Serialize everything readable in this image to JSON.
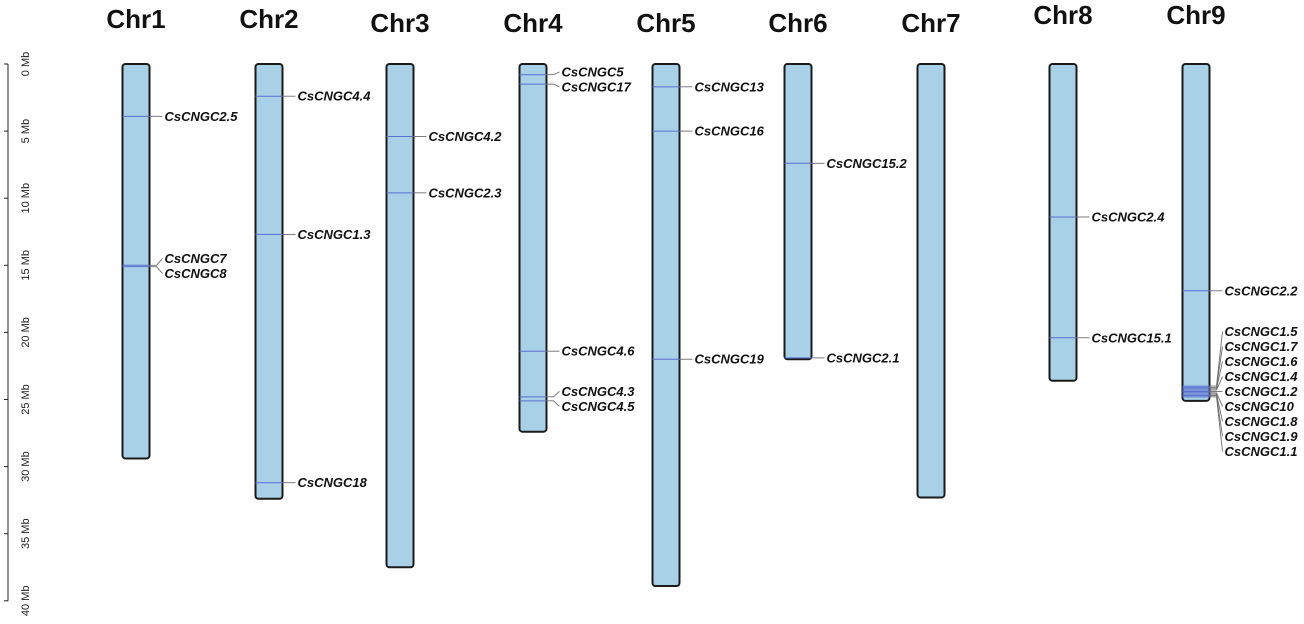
{
  "scale": {
    "unit": "Mb",
    "max": 40,
    "ticks": [
      {
        "value": 0,
        "label": "0 Mb"
      },
      {
        "value": 5,
        "label": "5 Mb"
      },
      {
        "value": 10,
        "label": "10 Mb"
      },
      {
        "value": 15,
        "label": "15 Mb"
      },
      {
        "value": 20,
        "label": "20 Mb"
      },
      {
        "value": 25,
        "label": "25 Mb"
      },
      {
        "value": 30,
        "label": "30 Mb"
      },
      {
        "value": 35,
        "label": "35 Mb"
      },
      {
        "value": 40,
        "label": "40 Mb"
      }
    ]
  },
  "colors": {
    "chromosome_fill": "#a8d1e7",
    "chromosome_outline": "#1a1a1a",
    "gene_mark": "#5a6fd0",
    "connector": "#6e6e6e"
  },
  "chromosomes": [
    {
      "name": "Chr1",
      "length": 29.4,
      "genes": [
        {
          "name": "CsCNGC2.5",
          "pos": 3.9
        },
        {
          "name": "CsCNGC7",
          "pos": 15.0
        },
        {
          "name": "CsCNGC8",
          "pos": 15.1
        }
      ]
    },
    {
      "name": "Chr2",
      "length": 32.4,
      "genes": [
        {
          "name": "CsCNGC4.4",
          "pos": 2.4
        },
        {
          "name": "CsCNGC1.3",
          "pos": 12.7
        },
        {
          "name": "CsCNGC18",
          "pos": 31.2
        }
      ]
    },
    {
      "name": "Chr3",
      "length": 37.5,
      "genes": [
        {
          "name": "CsCNGC4.2",
          "pos": 5.4
        },
        {
          "name": "CsCNGC2.3",
          "pos": 9.6
        }
      ]
    },
    {
      "name": "Chr4",
      "length": 27.4,
      "genes": [
        {
          "name": "CsCNGC5",
          "pos": 0.8
        },
        {
          "name": "CsCNGC17",
          "pos": 1.5
        },
        {
          "name": "CsCNGC4.6",
          "pos": 21.4
        },
        {
          "name": "CsCNGC4.3",
          "pos": 24.8
        },
        {
          "name": "CsCNGC4.5",
          "pos": 25.1
        }
      ]
    },
    {
      "name": "Chr5",
      "length": 38.9,
      "genes": [
        {
          "name": "CsCNGC13",
          "pos": 1.7
        },
        {
          "name": "CsCNGC16",
          "pos": 5.0
        },
        {
          "name": "CsCNGC19",
          "pos": 22.0
        }
      ]
    },
    {
      "name": "Chr6",
      "length": 22.0,
      "genes": [
        {
          "name": "CsCNGC15.2",
          "pos": 7.4
        },
        {
          "name": "CsCNGC2.1",
          "pos": 21.9
        }
      ]
    },
    {
      "name": "Chr7",
      "length": 32.3,
      "genes": []
    },
    {
      "name": "Chr8",
      "length": 23.6,
      "genes": [
        {
          "name": "CsCNGC2.4",
          "pos": 11.4
        },
        {
          "name": "CsCNGC15.1",
          "pos": 20.4
        }
      ]
    },
    {
      "name": "Chr9",
      "length": 25.1,
      "genes": [
        {
          "name": "CsCNGC2.2",
          "pos": 16.9
        },
        {
          "name": "CsCNGC1.5",
          "pos": 24.0
        },
        {
          "name": "CsCNGC1.7",
          "pos": 24.1
        },
        {
          "name": "CsCNGC1.6",
          "pos": 24.2
        },
        {
          "name": "CsCNGC1.4",
          "pos": 24.3
        },
        {
          "name": "CsCNGC1.2",
          "pos": 24.4
        },
        {
          "name": "CsCNGC10",
          "pos": 24.5
        },
        {
          "name": "CsCNGC1.8",
          "pos": 24.6
        },
        {
          "name": "CsCNGC1.9",
          "pos": 24.7
        },
        {
          "name": "CsCNGC1.1",
          "pos": 24.8
        }
      ]
    }
  ]
}
